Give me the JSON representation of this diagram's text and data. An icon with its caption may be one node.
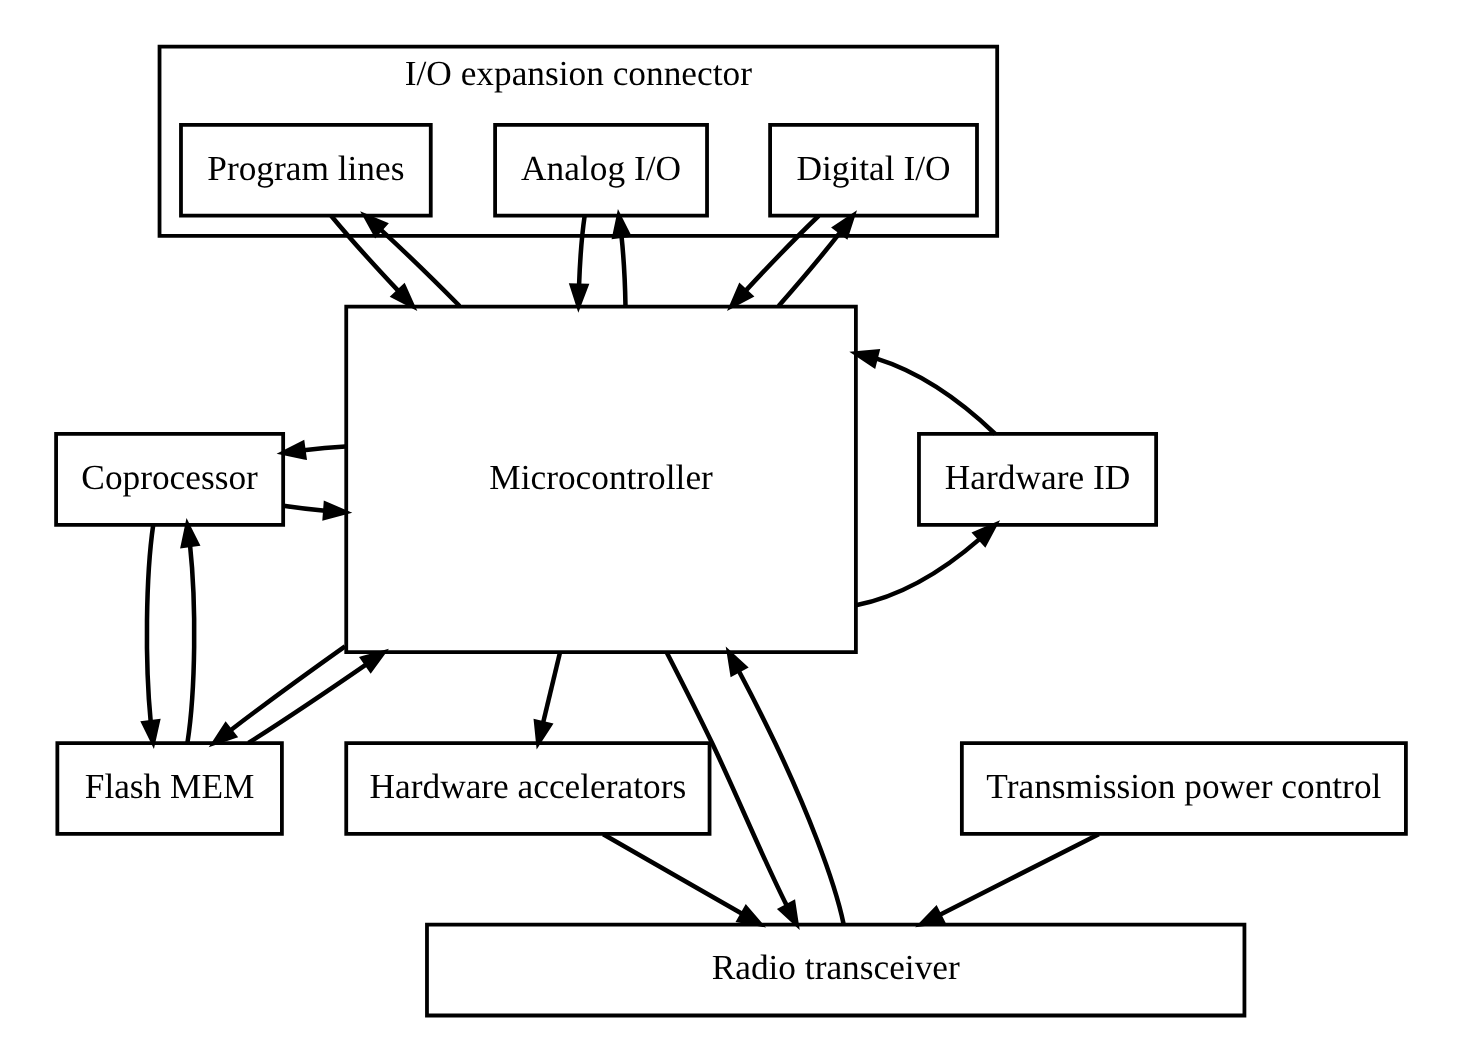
{
  "diagram": {
    "nodes": [
      {
        "text": [
          "I/O expansion connector"
        ]
      },
      {
        "text": [
          "Digital I/O"
        ],
        "in": 0
      },
      {
        "text": [
          "Analog I/O"
        ],
        "in": 0
      },
      {
        "text": [
          "Program lines"
        ],
        "in": 0
      },
      {
        "text": [
          "Hardware ID"
        ]
      },
      {
        "text": [
          "Microcontroller"
        ]
      },
      {
        "text": [
          "Transmission power control"
        ]
      },
      {
        "text": [
          "Hardware accelerators"
        ]
      },
      {
        "text": [
          "Coprocessor"
        ]
      },
      {
        "text": [
          "Flash MEM"
        ]
      },
      {
        "text": [
          "Radio transceiver"
        ]
      }
    ],
    "edges": [
      {
        "from": 5,
        "to": 1,
        "arrow": "to"
      },
      {
        "from": 1,
        "to": 5,
        "arrow": "to"
      },
      {
        "from": 5,
        "to": 2,
        "arrow": "to"
      },
      {
        "from": 2,
        "to": 5,
        "arrow": "to"
      },
      {
        "from": 5,
        "to": 3,
        "arrow": "to"
      },
      {
        "from": 3,
        "to": 5,
        "arrow": "to"
      },
      {
        "from": 5,
        "to": 4,
        "arrow": "to"
      },
      {
        "from": 4,
        "to": 5,
        "arrow": "to"
      },
      {
        "from": 8,
        "to": 5,
        "arrow": "to"
      },
      {
        "from": 5,
        "to": 8,
        "arrow": "to"
      },
      {
        "from": 9,
        "to": 8,
        "arrow": "to"
      },
      {
        "from": 8,
        "to": 9,
        "arrow": "to"
      },
      {
        "from": 9,
        "to": 5,
        "arrow": "to"
      },
      {
        "from": 5,
        "to": 9,
        "arrow": "to"
      },
      {
        "from": 6,
        "to": 10,
        "arrow": "to"
      },
      {
        "from": 5,
        "to": 7,
        "arrow": "to"
      },
      {
        "from": 7,
        "to": 10,
        "arrow": "to"
      },
      {
        "from": 10,
        "to": 5,
        "arrow": "to"
      },
      {
        "from": 5,
        "to": 10,
        "arrow": "to"
      }
    ]
  }
}
